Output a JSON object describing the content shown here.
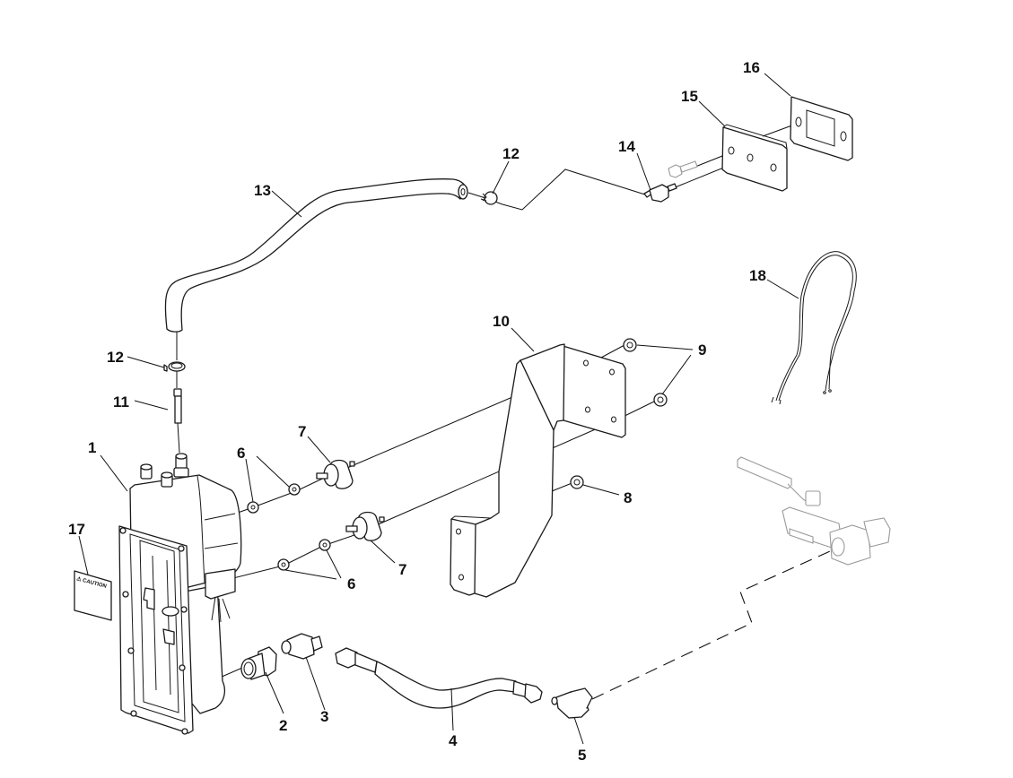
{
  "diagram": {
    "type": "exploded-parts-diagram",
    "callouts": [
      {
        "id": "c1",
        "label": "1",
        "part": "reservoir-housing"
      },
      {
        "id": "c2",
        "label": "2",
        "part": "hex-adapter-fitting"
      },
      {
        "id": "c3",
        "label": "3",
        "part": "elbow-fitting"
      },
      {
        "id": "c4",
        "label": "4",
        "part": "hydraulic-hose"
      },
      {
        "id": "c5",
        "label": "5",
        "part": "elbow-fitting-90"
      },
      {
        "id": "c6a",
        "label": "6",
        "part": "washer"
      },
      {
        "id": "c6b",
        "label": "6",
        "part": "washer"
      },
      {
        "id": "c7a",
        "label": "7",
        "part": "isolator-mount"
      },
      {
        "id": "c7b",
        "label": "7",
        "part": "isolator-mount"
      },
      {
        "id": "c8",
        "label": "8",
        "part": "nut"
      },
      {
        "id": "c9",
        "label": "9",
        "part": "nut"
      },
      {
        "id": "c10",
        "label": "10",
        "part": "mounting-bracket"
      },
      {
        "id": "c11",
        "label": "11",
        "part": "tube-connector"
      },
      {
        "id": "c12a",
        "label": "12",
        "part": "hose-clamp"
      },
      {
        "id": "c12b",
        "label": "12",
        "part": "hose-clamp"
      },
      {
        "id": "c13",
        "label": "13",
        "part": "breather-hose"
      },
      {
        "id": "c14",
        "label": "14",
        "part": "elbow-barb-fitting"
      },
      {
        "id": "c15",
        "label": "15",
        "part": "mounting-plate"
      },
      {
        "id": "c16",
        "label": "16",
        "part": "gasket"
      },
      {
        "id": "c17",
        "label": "17",
        "part": "caution-decal"
      },
      {
        "id": "c18",
        "label": "18",
        "part": "wire-harness"
      }
    ],
    "decal_text": "⚠ CAUTION"
  }
}
